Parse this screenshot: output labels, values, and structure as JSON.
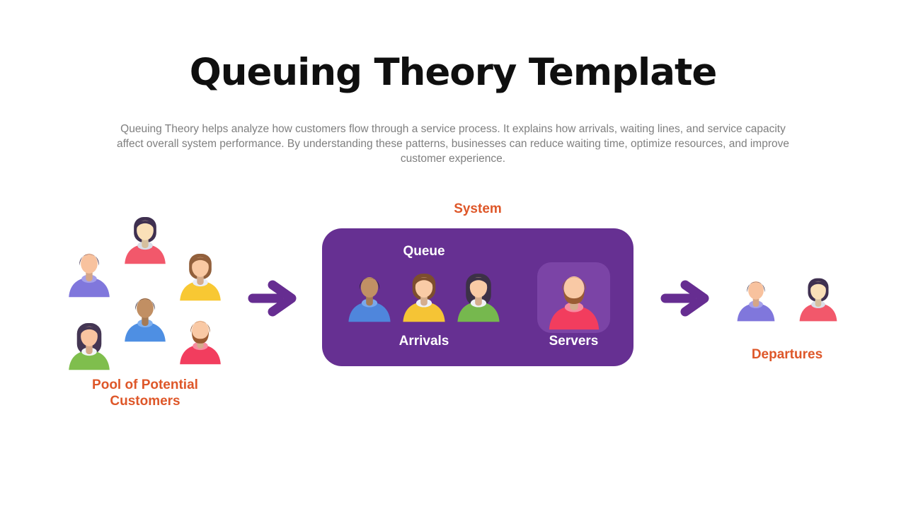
{
  "title": "Queuing Theory Template",
  "subtitle": "Queuing Theory helps analyze how customers flow through a service process. It explains how arrivals, waiting lines, and service capacity affect overall system performance. By understanding these patterns, businesses can reduce waiting time, optimize resources, and improve customer experience.",
  "colors": {
    "accentOrange": "#DE5729",
    "systemPurple": "#663092",
    "serverPurple": "#7B44A6",
    "arrowPurple": "#662D91",
    "titleBlack": "#0F0F0F",
    "subtitleGray": "#7F7F7F",
    "labelWhite": "#FFFFFF",
    "background": "#FFFFFF"
  },
  "pool": {
    "label": "Pool of Potential Customers",
    "avatars": [
      {
        "name": "man-purple-shirt",
        "style": "short",
        "beard": false,
        "skin": "#F8C29E",
        "hair": "#42314F",
        "shirt": "#8077DC",
        "shirt2": "#A5A0EA"
      },
      {
        "name": "woman-red-hoodie",
        "style": "bob",
        "beard": false,
        "skin": "#FAE0B8",
        "hair": "#3F3050",
        "shirt": "#F2586B",
        "shirt2": "#D9DEE8"
      },
      {
        "name": "woman-yellow-jacket",
        "style": "bob",
        "beard": false,
        "skin": "#F9C9A3",
        "hair": "#92603C",
        "shirt": "#F8C833",
        "shirt2": "#E9EDF6"
      },
      {
        "name": "woman-green-sweater",
        "style": "long",
        "beard": false,
        "skin": "#F9C4A0",
        "hair": "#443653",
        "shirt": "#7FBE4D",
        "shirt2": "#F2F5F8"
      },
      {
        "name": "man-blue-hoodie",
        "style": "short",
        "beard": false,
        "skin": "#C18F63",
        "hair": "#2E2637",
        "shirt": "#4E8FE3",
        "shirt2": "#7FB0F0"
      },
      {
        "name": "man-red-shirt-beard",
        "style": "short",
        "beard": true,
        "skin": "#F9C9A5",
        "hair": "#9A5C33",
        "shirt": "#F23D5E",
        "shirt2": "#F78CA0"
      }
    ]
  },
  "system": {
    "label": "System",
    "queue_label": "Queue",
    "arrivals_label": "Arrivals",
    "servers_label": "Servers",
    "queue_avatars": [
      {
        "name": "man-blue-shirt",
        "style": "short",
        "beard": false,
        "skin": "#C19064",
        "hair": "#2E2637",
        "shirt": "#4F86DC",
        "shirt2": "#79A8EC"
      },
      {
        "name": "woman-yellow-jacket",
        "style": "bob",
        "beard": false,
        "skin": "#F9CBA6",
        "hair": "#7D4E2E",
        "shirt": "#F5C435",
        "shirt2": "#EDF1F7"
      },
      {
        "name": "woman-green-top",
        "style": "long",
        "beard": false,
        "skin": "#F9CBA6",
        "hair": "#3C3147",
        "shirt": "#76B84E",
        "shirt2": "#F0F3F7"
      }
    ],
    "server_avatar": {
      "name": "man-red-shirt-beard",
      "style": "short",
      "beard": true,
      "skin": "#F9C9A5",
      "hair": "#9A5C33",
      "shirt": "#F23D5E",
      "shirt2": "#F78CA0"
    }
  },
  "departures": {
    "label": "Departures",
    "avatars": [
      {
        "name": "man-purple-shirt",
        "style": "short",
        "beard": false,
        "skin": "#F8C29E",
        "hair": "#3A3148",
        "shirt": "#8077DC",
        "shirt2": "#A5A0EA"
      },
      {
        "name": "woman-red-hoodie",
        "style": "bob",
        "beard": false,
        "skin": "#FAE0B8",
        "hair": "#3F3050",
        "shirt": "#F2586B",
        "shirt2": "#D9DEE8"
      }
    ]
  }
}
